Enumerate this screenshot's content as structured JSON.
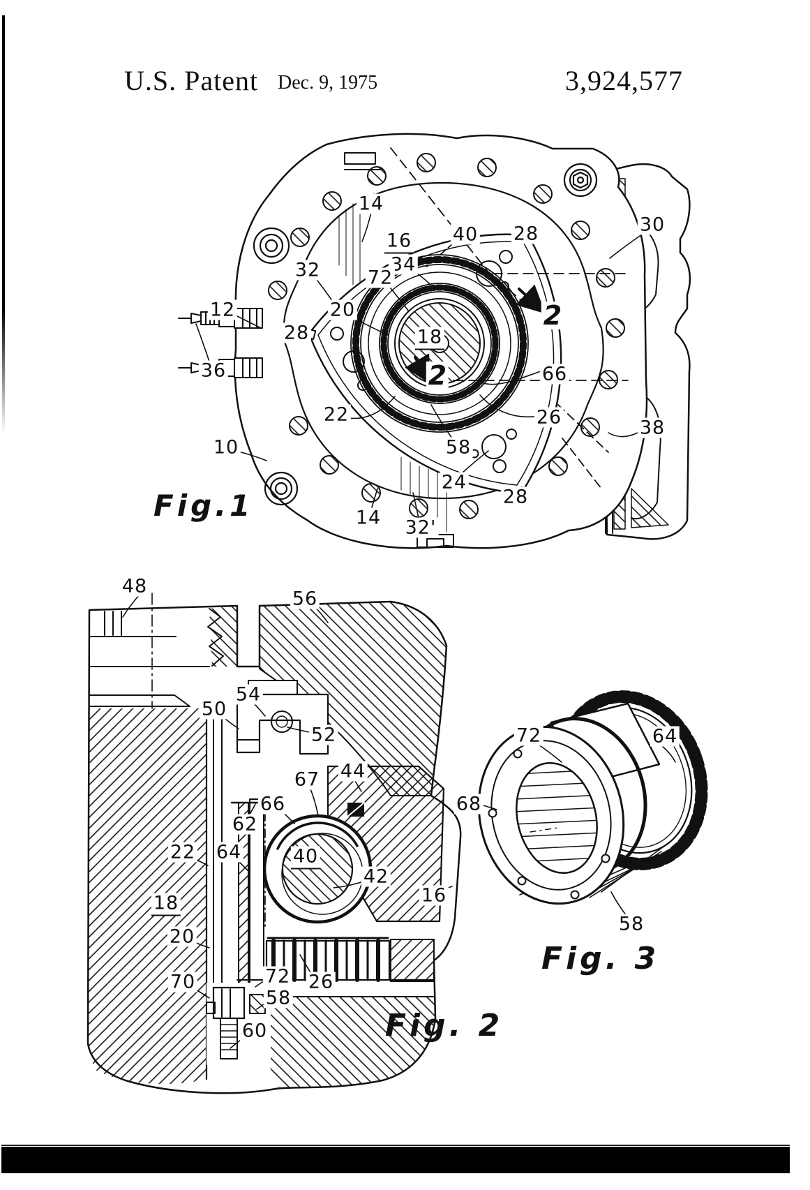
{
  "header": {
    "title": "U.S. Patent",
    "date": "Dec. 9, 1975",
    "patent_number": "3,924,577"
  },
  "colors": {
    "ink": "#111111",
    "paper": "#ffffff"
  },
  "figures": {
    "fig1": {
      "caption": "Fig.1",
      "labels": [
        "14",
        "16",
        "34",
        "40",
        "28",
        "30",
        "32",
        "72",
        "12",
        "20",
        "28",
        "18",
        "2",
        "36",
        "22",
        "66",
        "26",
        "58",
        "24",
        "28",
        "10",
        "14",
        "32'",
        "38",
        "2"
      ]
    },
    "fig2": {
      "caption": "Fig. 2",
      "labels": [
        "48",
        "56",
        "54",
        "50",
        "52",
        "67",
        "44",
        "66",
        "62",
        "22",
        "64",
        "40",
        "42",
        "16",
        "18",
        "20",
        "70",
        "72",
        "26",
        "58",
        "60"
      ]
    },
    "fig3": {
      "caption": "Fig. 3",
      "labels": [
        "72",
        "64",
        "68",
        "58"
      ]
    }
  }
}
